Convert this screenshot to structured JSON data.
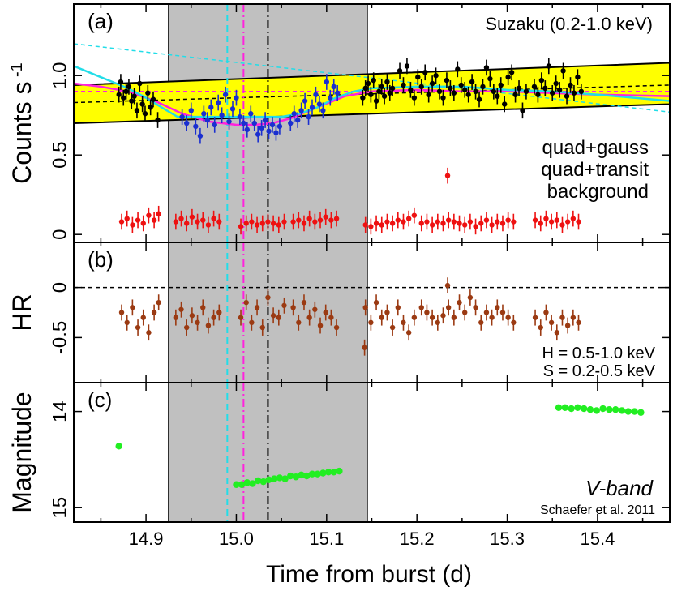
{
  "xlabel": "Time from burst (d)",
  "colors": {
    "total": "#000000",
    "eclipse_pts": "#1a2fd0",
    "band": "#ffff00",
    "quad_gauss": "#ff22dd",
    "quad_transit": "#22dde8",
    "background": "#ee1111",
    "hr": "#9b3a12",
    "vband": "#22ee22",
    "shade": "#c0c0c0"
  },
  "chart_data": [
    {
      "type": "scatter",
      "panel_label": "(a)",
      "title": "Suzaku (0.2-1.0 keV)",
      "ylabel": "Counts s",
      "ylabel_sup": "-1",
      "xlim": [
        14.82,
        15.48
      ],
      "ylim": [
        -0.05,
        1.45
      ],
      "xticks": [
        14.9,
        15.0,
        15.1,
        15.2,
        15.3,
        15.4
      ],
      "yticks": [
        0,
        0.5,
        1.0
      ],
      "ytick_labels": [
        "0",
        "0.5",
        "1.0"
      ],
      "shaded_x": [
        14.925,
        15.145
      ],
      "vlines": [
        {
          "x": 14.99,
          "color": "quad_transit",
          "style": "dashed"
        },
        {
          "x": 15.008,
          "color": "quad_gauss",
          "style": "dashdot"
        },
        {
          "x": 15.035,
          "color": "total",
          "style": "dashdot"
        }
      ],
      "band": {
        "x": [
          14.82,
          15.48
        ],
        "upper": [
          0.94,
          1.08
        ],
        "lower": [
          0.7,
          0.82
        ]
      },
      "band_mid": {
        "x": [
          14.82,
          15.48
        ],
        "y": [
          0.83,
          0.94
        ]
      },
      "level_line": {
        "x": [
          14.82,
          15.48
        ],
        "y": [
          0.9,
          0.9
        ]
      },
      "transit_dashed": {
        "x": [
          14.82,
          15.48
        ],
        "y": [
          1.2,
          0.77
        ]
      },
      "legend": [
        {
          "label": "quad+gauss",
          "color": "quad_gauss"
        },
        {
          "label": "quad+transit",
          "color": "quad_transit"
        },
        {
          "label": "background",
          "color": "background"
        }
      ],
      "series": [
        {
          "name": "quad+gauss",
          "type": "line",
          "color": "quad_gauss",
          "x": [
            14.82,
            14.85,
            14.88,
            14.91,
            14.94,
            14.97,
            15.0,
            15.02,
            15.04,
            15.06,
            15.09,
            15.12,
            15.15,
            15.2,
            15.25,
            15.3,
            15.35,
            15.4,
            15.48
          ],
          "y": [
            0.95,
            0.93,
            0.9,
            0.84,
            0.76,
            0.71,
            0.69,
            0.69,
            0.7,
            0.73,
            0.8,
            0.87,
            0.9,
            0.91,
            0.9,
            0.9,
            0.89,
            0.88,
            0.87
          ]
        },
        {
          "name": "quad+transit",
          "type": "line",
          "color": "quad_transit",
          "x": [
            14.82,
            14.85,
            14.88,
            14.9,
            14.92,
            14.935,
            15.05,
            15.07,
            15.09,
            15.11,
            15.13,
            15.15,
            15.2,
            15.25,
            15.3,
            15.35,
            15.4,
            15.48
          ],
          "y": [
            1.06,
            0.99,
            0.92,
            0.86,
            0.79,
            0.74,
            0.74,
            0.76,
            0.8,
            0.86,
            0.9,
            0.92,
            0.93,
            0.93,
            0.91,
            0.9,
            0.88,
            0.84
          ]
        },
        {
          "name": "total",
          "type": "points",
          "color": "total",
          "x": [
            14.87,
            14.872,
            14.875,
            14.878,
            14.881,
            14.884,
            14.887,
            14.89,
            14.893,
            14.896,
            14.899,
            14.902,
            14.905,
            14.908,
            14.913,
            15.14,
            15.143,
            15.146,
            15.149,
            15.152,
            15.155,
            15.158,
            15.161,
            15.164,
            15.167,
            15.17,
            15.173,
            15.181,
            15.185,
            15.189,
            15.193,
            15.197,
            15.201,
            15.205,
            15.209,
            15.213,
            15.217,
            15.221,
            15.225,
            15.229,
            15.233,
            15.237,
            15.241,
            15.245,
            15.249,
            15.253,
            15.257,
            15.261,
            15.265,
            15.269,
            15.273,
            15.277,
            15.281,
            15.285,
            15.289,
            15.293,
            15.297,
            15.301,
            15.305,
            15.309,
            15.313,
            15.317,
            15.321,
            15.33,
            15.334,
            15.338,
            15.342,
            15.346,
            15.35,
            15.354,
            15.358,
            15.362,
            15.366,
            15.37,
            15.374,
            15.378,
            15.382
          ],
          "y": [
            0.88,
            0.96,
            0.86,
            0.9,
            0.93,
            0.84,
            0.87,
            0.78,
            0.95,
            0.82,
            0.76,
            0.89,
            0.8,
            0.85,
            0.72,
            0.86,
            0.92,
            0.95,
            0.88,
            0.97,
            0.84,
            0.9,
            0.93,
            0.87,
            0.96,
            0.89,
            0.92,
            1.03,
            0.94,
            1.06,
            0.91,
            0.86,
            0.99,
            0.93,
            1.02,
            0.88,
            0.95,
            1.0,
            0.9,
            0.86,
            0.97,
            0.92,
            0.89,
            1.04,
            0.94,
            0.91,
            0.88,
            0.96,
            0.9,
            0.85,
            0.93,
            1.05,
            0.98,
            0.9,
            0.87,
            0.94,
            0.82,
            0.99,
            1.02,
            0.88,
            0.92,
            0.78,
            0.9,
            0.93,
            0.88,
            0.97,
            0.92,
            1.06,
            0.89,
            0.95,
            0.91,
            1.03,
            0.87,
            0.94,
            0.89,
            0.99,
            0.9
          ]
        },
        {
          "name": "eclipse",
          "type": "points",
          "color": "eclipse_pts",
          "x": [
            14.94,
            14.945,
            14.95,
            14.955,
            14.96,
            14.964,
            14.968,
            14.972,
            14.976,
            14.98,
            14.984,
            14.988,
            14.992,
            14.996,
            15.0,
            15.004,
            15.008,
            15.012,
            15.016,
            15.02,
            15.024,
            15.028,
            15.032,
            15.036,
            15.04,
            15.044,
            15.048,
            15.06,
            15.064,
            15.068,
            15.072,
            15.076,
            15.08,
            15.084,
            15.088,
            15.092,
            15.096,
            15.1,
            15.104,
            15.108,
            15.112
          ],
          "y": [
            0.74,
            0.7,
            0.78,
            0.68,
            0.62,
            0.76,
            0.72,
            0.8,
            0.69,
            0.83,
            0.75,
            0.88,
            0.71,
            0.79,
            0.86,
            0.74,
            0.7,
            0.66,
            0.76,
            0.7,
            0.63,
            0.67,
            0.72,
            0.65,
            0.69,
            0.64,
            0.68,
            0.7,
            0.76,
            0.72,
            0.78,
            0.84,
            0.74,
            0.8,
            0.88,
            0.82,
            0.78,
            0.96,
            0.86,
            0.93,
            0.89
          ]
        },
        {
          "name": "background",
          "type": "points",
          "color": "background",
          "x": [
            14.873,
            14.879,
            14.885,
            14.891,
            14.897,
            14.903,
            14.909,
            14.914,
            14.933,
            14.939,
            14.945,
            14.951,
            14.957,
            14.963,
            14.969,
            14.975,
            14.981,
            15.005,
            15.011,
            15.017,
            15.023,
            15.029,
            15.035,
            15.041,
            15.047,
            15.053,
            15.063,
            15.069,
            15.075,
            15.081,
            15.087,
            15.093,
            15.099,
            15.105,
            15.111,
            15.143,
            15.149,
            15.155,
            15.161,
            15.167,
            15.173,
            15.179,
            15.185,
            15.191,
            15.197,
            15.205,
            15.211,
            15.217,
            15.223,
            15.229,
            15.235,
            15.241,
            15.247,
            15.253,
            15.259,
            15.265,
            15.271,
            15.277,
            15.283,
            15.289,
            15.295,
            15.301,
            15.307,
            15.331,
            15.337,
            15.343,
            15.349,
            15.355,
            15.361,
            15.367,
            15.373,
            15.379,
            15.234
          ],
          "y": [
            0.08,
            0.1,
            0.06,
            0.09,
            0.07,
            0.12,
            0.09,
            0.13,
            0.08,
            0.1,
            0.07,
            0.11,
            0.08,
            0.09,
            0.06,
            0.1,
            0.08,
            0.05,
            0.07,
            0.08,
            0.06,
            0.07,
            0.08,
            0.07,
            0.06,
            0.08,
            0.08,
            0.09,
            0.07,
            0.1,
            0.08,
            0.09,
            0.11,
            0.09,
            0.1,
            0.06,
            0.05,
            0.07,
            0.06,
            0.08,
            0.07,
            0.09,
            0.08,
            0.1,
            0.12,
            0.07,
            0.08,
            0.06,
            0.08,
            0.07,
            0.09,
            0.08,
            0.07,
            0.06,
            0.08,
            0.05,
            0.07,
            0.09,
            0.06,
            0.08,
            0.07,
            0.09,
            0.08,
            0.09,
            0.07,
            0.1,
            0.08,
            0.09,
            0.06,
            0.08,
            0.1,
            0.08,
            0.37
          ]
        }
      ]
    },
    {
      "type": "scatter",
      "panel_label": "(b)",
      "ylabel": "HR",
      "xlim": [
        14.82,
        15.48
      ],
      "ylim": [
        -0.95,
        0.45
      ],
      "yticks": [
        0,
        -0.5
      ],
      "ytick_labels": [
        "0",
        "-0.5"
      ],
      "hline": 0,
      "annotations": [
        "H = 0.5-1.0 keV",
        "S = 0.2-0.5 keV"
      ],
      "series": [
        {
          "name": "HR",
          "type": "points",
          "color": "hr",
          "x": [
            14.873,
            14.879,
            14.885,
            14.891,
            14.897,
            14.903,
            14.909,
            14.914,
            14.933,
            14.939,
            14.945,
            14.951,
            14.957,
            14.963,
            14.969,
            14.975,
            14.981,
            15.005,
            15.011,
            15.017,
            15.023,
            15.029,
            15.035,
            15.041,
            15.047,
            15.053,
            15.063,
            15.069,
            15.075,
            15.081,
            15.087,
            15.093,
            15.099,
            15.105,
            15.111,
            15.143,
            15.149,
            15.155,
            15.161,
            15.167,
            15.173,
            15.179,
            15.185,
            15.191,
            15.197,
            15.205,
            15.211,
            15.217,
            15.223,
            15.229,
            15.235,
            15.241,
            15.247,
            15.253,
            15.259,
            15.265,
            15.271,
            15.277,
            15.283,
            15.289,
            15.295,
            15.301,
            15.307,
            15.331,
            15.337,
            15.343,
            15.349,
            15.355,
            15.361,
            15.367,
            15.373,
            15.379,
            15.142,
            15.234
          ],
          "y": [
            -0.25,
            -0.35,
            -0.2,
            -0.4,
            -0.3,
            -0.45,
            -0.25,
            -0.15,
            -0.3,
            -0.22,
            -0.4,
            -0.28,
            -0.35,
            -0.2,
            -0.38,
            -0.3,
            -0.25,
            -0.3,
            -0.15,
            -0.35,
            -0.2,
            -0.4,
            -0.1,
            -0.28,
            -0.3,
            -0.18,
            -0.2,
            -0.35,
            -0.15,
            -0.3,
            -0.22,
            -0.38,
            -0.25,
            -0.3,
            -0.4,
            -0.2,
            -0.35,
            -0.15,
            -0.3,
            -0.25,
            -0.4,
            -0.2,
            -0.35,
            -0.45,
            -0.3,
            -0.2,
            -0.25,
            -0.3,
            -0.35,
            -0.28,
            -0.2,
            -0.3,
            -0.15,
            -0.25,
            -0.1,
            -0.2,
            -0.35,
            -0.25,
            -0.3,
            -0.2,
            -0.25,
            -0.3,
            -0.35,
            -0.3,
            -0.4,
            -0.25,
            -0.35,
            -0.45,
            -0.3,
            -0.38,
            -0.3,
            -0.35,
            -0.6,
            0.02
          ]
        }
      ]
    },
    {
      "type": "scatter",
      "panel_label": "(c)",
      "ylabel": "Magnitude",
      "xlim": [
        14.82,
        15.48
      ],
      "ylim": [
        15.15,
        13.7
      ],
      "yticks": [
        14,
        15
      ],
      "ytick_labels": [
        "14",
        "15"
      ],
      "annotations": [
        "V-band",
        "Schaefer et al. 2011"
      ],
      "series": [
        {
          "name": "V-band",
          "type": "points",
          "color": "vband",
          "x": [
            14.87,
            15.0,
            15.006,
            15.012,
            15.018,
            15.024,
            15.03,
            15.036,
            15.042,
            15.048,
            15.054,
            15.06,
            15.066,
            15.072,
            15.078,
            15.084,
            15.09,
            15.096,
            15.102,
            15.108,
            15.114,
            15.357,
            15.364,
            15.371,
            15.378,
            15.385,
            15.392,
            15.399,
            15.406,
            15.413,
            15.42,
            15.427,
            15.434,
            15.441,
            15.448
          ],
          "y": [
            14.36,
            14.76,
            14.76,
            14.74,
            14.75,
            14.72,
            14.73,
            14.71,
            14.7,
            14.69,
            14.7,
            14.67,
            14.68,
            14.66,
            14.67,
            14.65,
            14.65,
            14.64,
            14.63,
            14.63,
            14.62,
            13.96,
            13.96,
            13.97,
            13.96,
            13.97,
            13.98,
            13.99,
            13.97,
            13.98,
            13.98,
            13.99,
            14.0,
            14.0,
            14.01
          ]
        }
      ]
    }
  ]
}
